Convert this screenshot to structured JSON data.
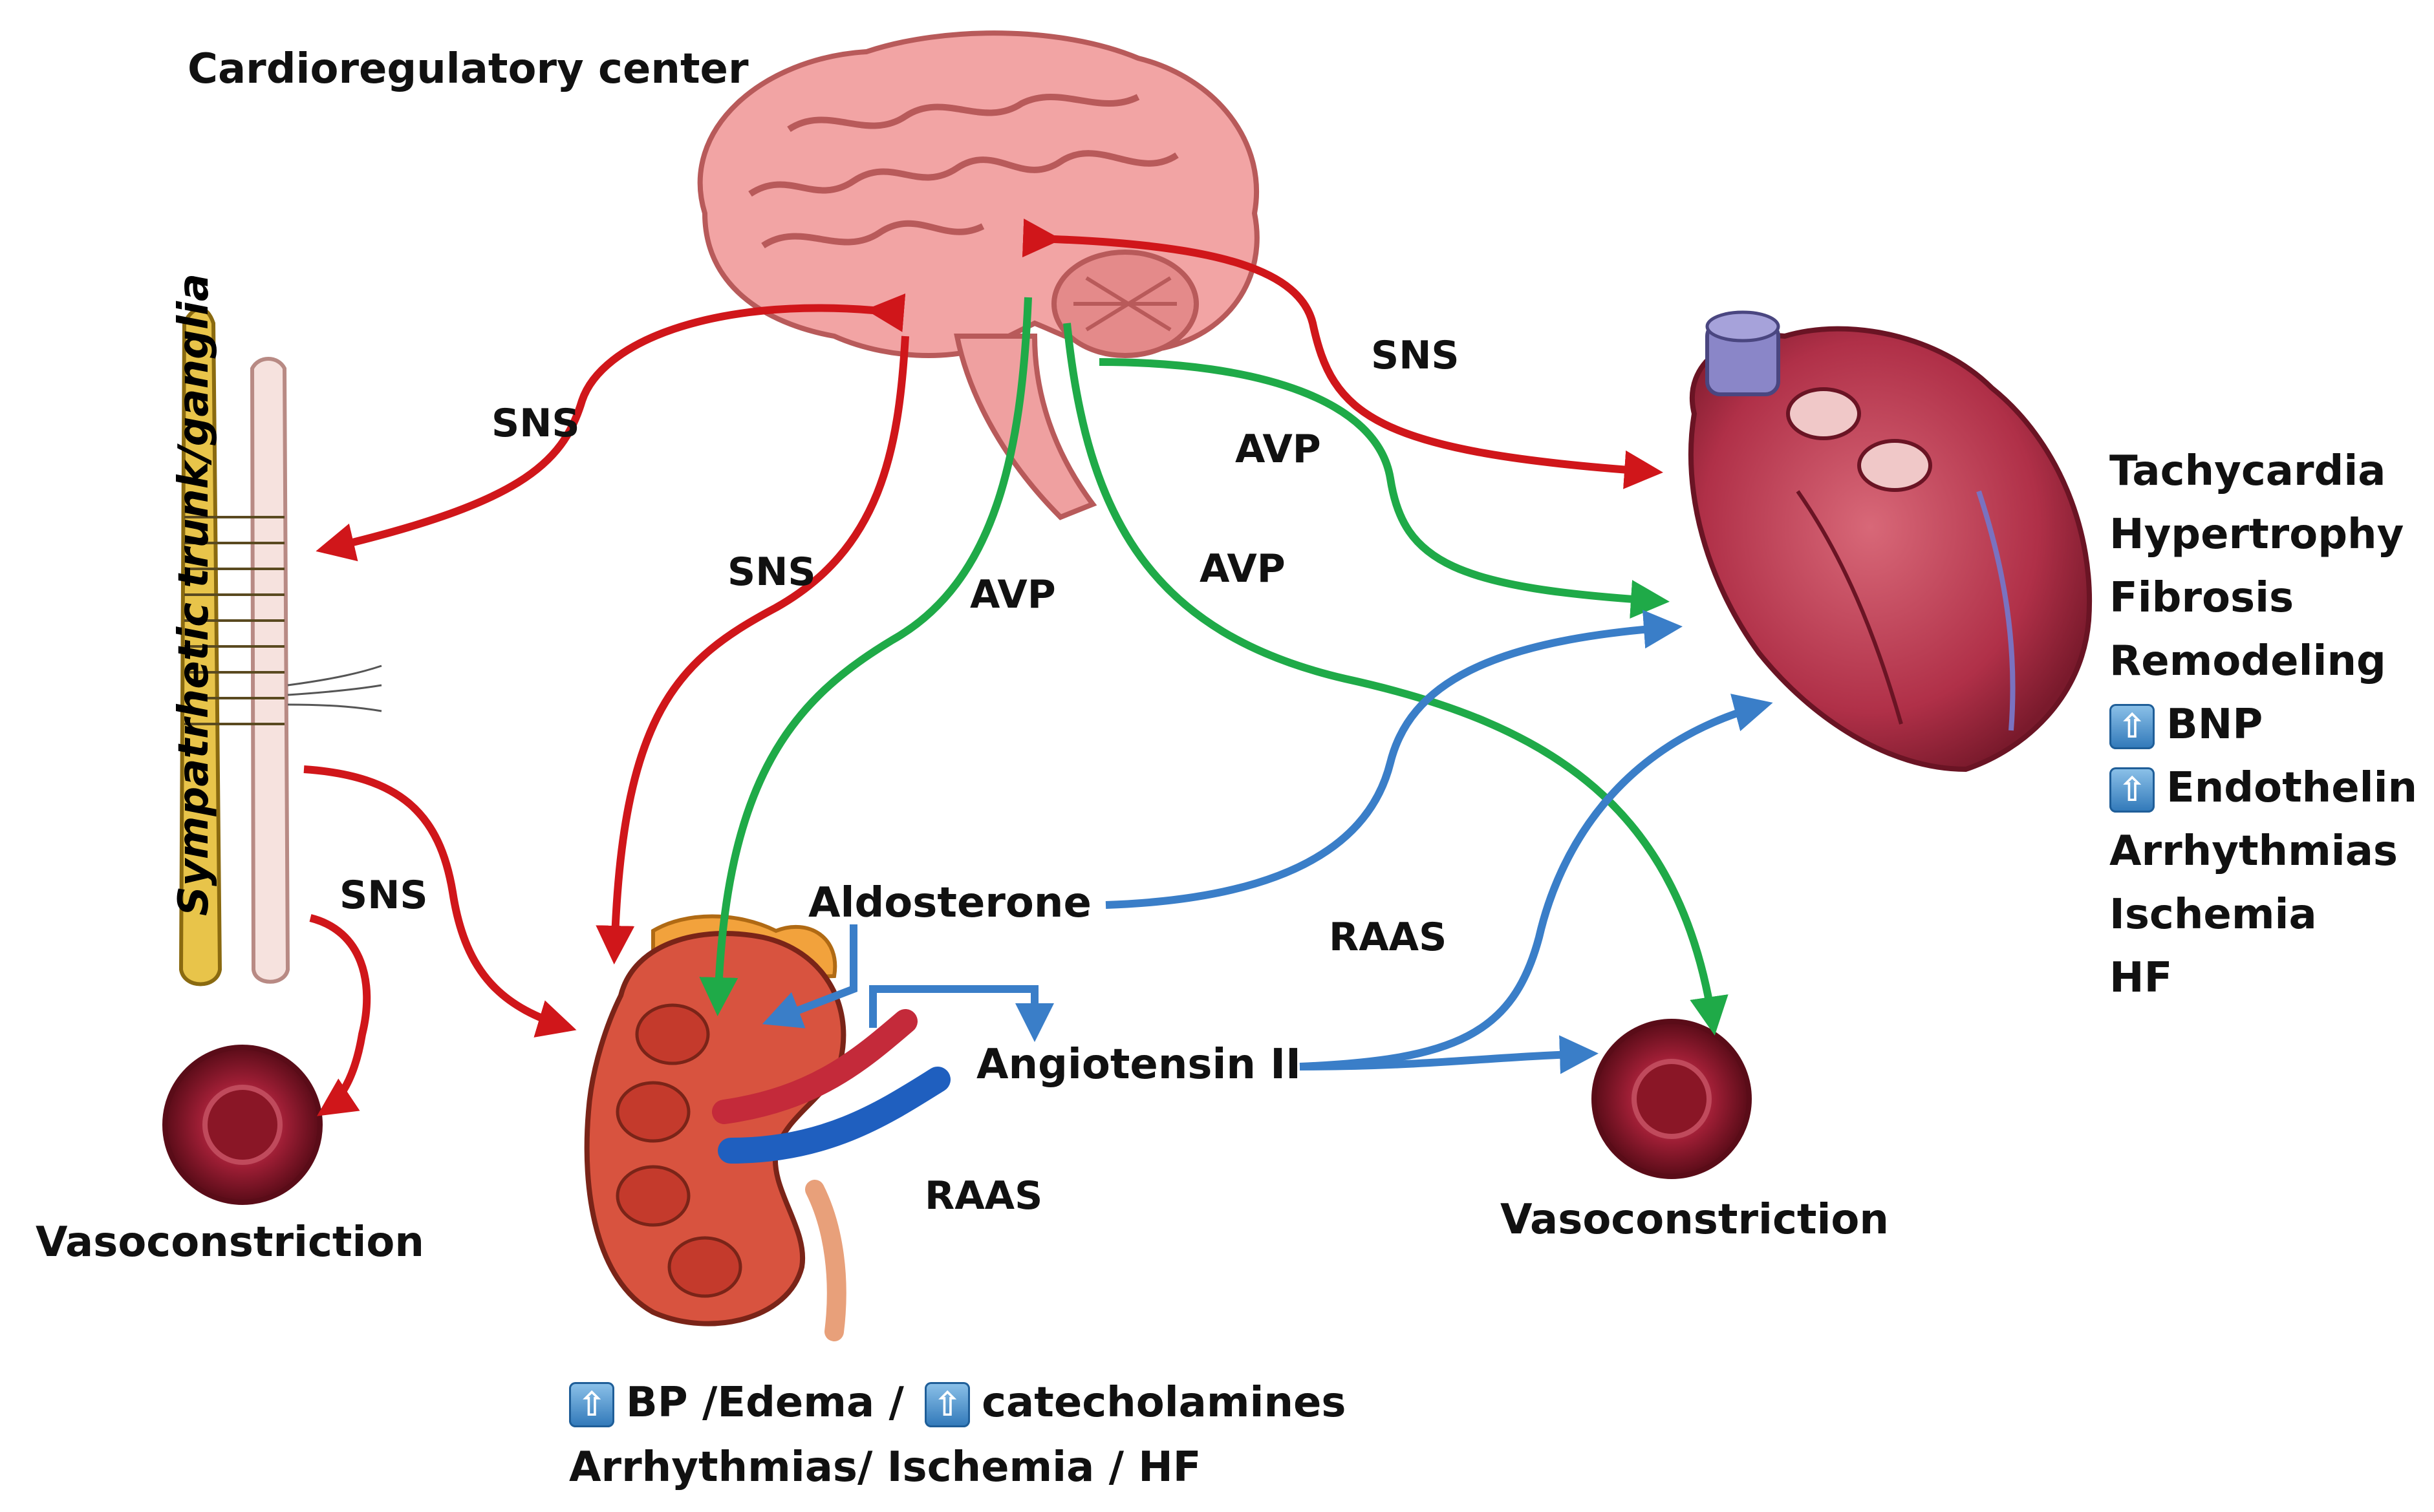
{
  "labels": {
    "cardioregulatory_center": "Cardioregulatory center",
    "sympathetic_trunk": "Sympatrhetic trunk/ganglia",
    "sns_top_left": "SNS",
    "sns_middle": "SNS",
    "sns_bottom_left": "SNS",
    "sns_right": "SNS",
    "avp_middle": "AVP",
    "avp_right_upper": "AVP",
    "avp_right_lower": "AVP",
    "aldosterone": "Aldosterone",
    "angiotensin": "Angiotensin II",
    "raas_kidney": "RAAS",
    "raas_right": "RAAS",
    "vasoconstriction_left": "Vasoconstriction",
    "vasoconstriction_right": "Vasoconstriction"
  },
  "heart_effects": [
    {
      "text": "Tachycardia",
      "up": false
    },
    {
      "text": "Hypertrophy",
      "up": false
    },
    {
      "text": "Fibrosis",
      "up": false
    },
    {
      "text": "Remodeling",
      "up": false
    },
    {
      "text": "BNP",
      "up": true
    },
    {
      "text": "Endothelin",
      "up": true
    },
    {
      "text": "Arrhythmias",
      "up": false
    },
    {
      "text": "Ischemia",
      "up": false
    },
    {
      "text": "HF",
      "up": false
    }
  ],
  "kidney_effects": {
    "line1_a": "BP /Edema /",
    "line1_b": "catecholamines",
    "line2": "Arrhythmias/ Ischemia / HF"
  },
  "colors": {
    "sns": "#d0161a",
    "avp": "#1faa48",
    "raas": "#3a7ec8",
    "brain": "#f2a4a4",
    "heart": "#b8344a",
    "kidney": "#d8533f",
    "vessel": "#8a1d2b"
  },
  "icons": [
    "brain-icon",
    "heart-icon",
    "kidney-icon",
    "spinal-cord-icon",
    "blood-vessel-icon",
    "up-arrow-icon"
  ]
}
